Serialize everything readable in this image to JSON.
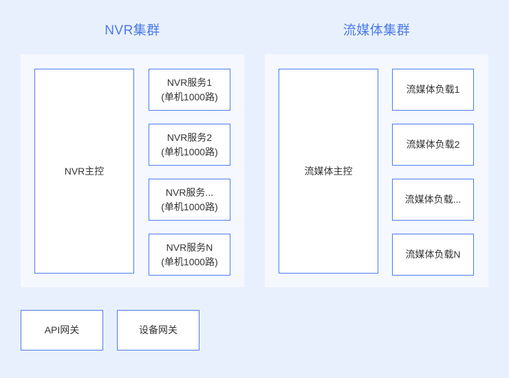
{
  "diagram": {
    "background_color": "#e9f0fd",
    "panel_color": "#f5f8ff",
    "accent_color": "#4a7aec",
    "box_fill": "#ffffff",
    "text_color": "#333333"
  },
  "clusters": [
    {
      "title": "NVR集群",
      "master": {
        "label": "NVR主控"
      },
      "nodes": [
        {
          "line1": "NVR服务1",
          "line2": "(单机1000路)"
        },
        {
          "line1": "NVR服务2",
          "line2": "(单机1000路)"
        },
        {
          "line1": "NVR服务...",
          "line2": "(单机1000路)"
        },
        {
          "line1": "NVR服务N",
          "line2": "(单机1000路)"
        }
      ]
    },
    {
      "title": "流媒体集群",
      "master": {
        "label": "流媒体主控"
      },
      "nodes": [
        {
          "line1": "流媒体负载1",
          "line2": ""
        },
        {
          "line1": "流媒体负载2",
          "line2": ""
        },
        {
          "line1": "流媒体负载...",
          "line2": ""
        },
        {
          "line1": "流媒体负载N",
          "line2": ""
        }
      ]
    }
  ],
  "gateways": [
    {
      "label": "API网关"
    },
    {
      "label": "设备网关"
    }
  ]
}
